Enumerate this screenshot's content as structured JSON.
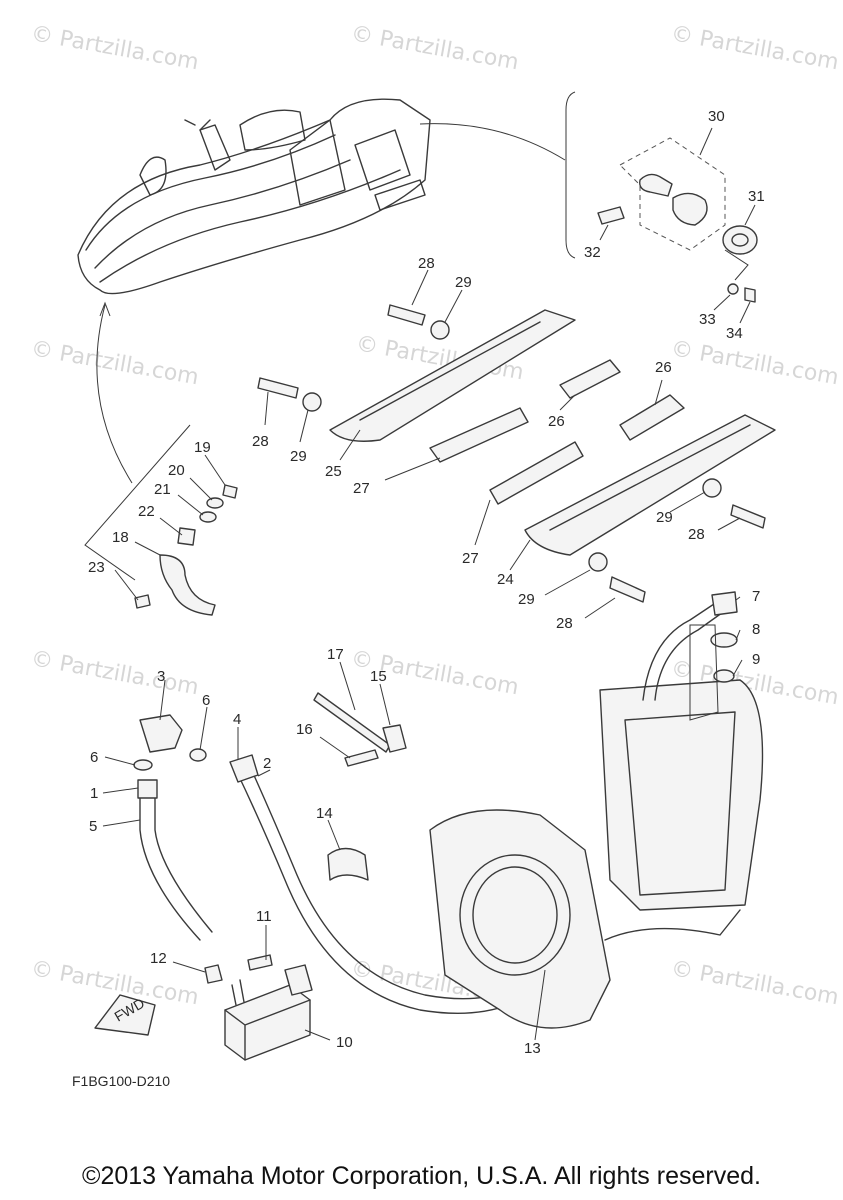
{
  "diagram": {
    "code": "F1BG100-D210",
    "fwd_label": "FWD",
    "watermark": "© Partzilla.com",
    "part_numbers": [
      "1",
      "2",
      "3",
      "4",
      "5",
      "6",
      "6",
      "7",
      "8",
      "9",
      "10",
      "11",
      "12",
      "13",
      "14",
      "15",
      "16",
      "17",
      "18",
      "19",
      "20",
      "21",
      "22",
      "23",
      "24",
      "25",
      "26",
      "26",
      "27",
      "27",
      "28",
      "28",
      "28",
      "28",
      "29",
      "29",
      "29",
      "29",
      "30",
      "31",
      "32",
      "33",
      "34"
    ]
  },
  "footer": {
    "copyright": "©2013 Yamaha Motor Corporation, U.S.A. All rights reserved."
  }
}
